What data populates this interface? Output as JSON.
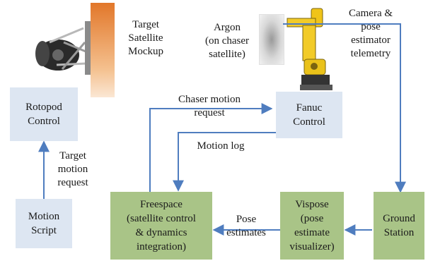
{
  "boxes": {
    "rotopod": "Rotopod\nControl",
    "motion_script": "Motion\nScript",
    "fanuc": "Fanuc\nControl",
    "freespace": "Freespace\n(satellite control\n& dynamics\nintegration)",
    "vispose": "Vispose\n(pose\nestimate\nvisualizer)",
    "ground_station": "Ground\nStation"
  },
  "labels": {
    "target_satellite": "Target\nSatellite\nMockup",
    "argon": "Argon\n(on chaser\nsatellite)",
    "camera": "Camera &\npose\nestimator\ntelemetry",
    "chaser_request": "Chaser motion\nrequest",
    "motion_log": "Motion log",
    "target_request": "Target\nmotion\nrequest",
    "pose_estimates": "Pose\nestimates"
  },
  "colors": {
    "blue_box": "#dde6f2",
    "green_box": "#a9c487",
    "arrow": "#4f7dbf"
  }
}
